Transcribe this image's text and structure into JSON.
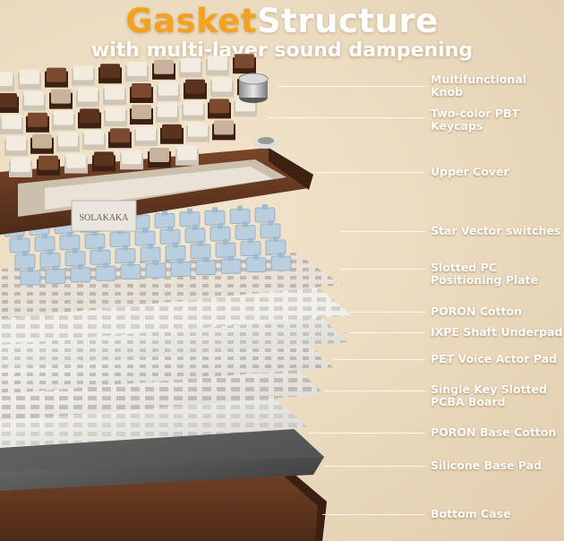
{
  "header": {
    "title_highlight": "Gasket",
    "title_main": "Structure",
    "subtitle": "with multi-layer sound dampening"
  },
  "brand": {
    "plate_logo": "SOLAKAKA"
  },
  "layers": [
    {
      "id": "knob",
      "label": "Multifunctional\nKnob"
    },
    {
      "id": "keycaps",
      "label": "Two-color PBT\nKeycaps"
    },
    {
      "id": "upper-cover",
      "label": "Upper Cover"
    },
    {
      "id": "switches",
      "label": "Star Vector switches"
    },
    {
      "id": "pc-plate",
      "label": "Slotted PC\nPositioning Plate"
    },
    {
      "id": "poron-cotton",
      "label": "PORON Cotton"
    },
    {
      "id": "ixpe",
      "label": "IXPE Shaft Underpad"
    },
    {
      "id": "pet",
      "label": "PET Voice Actor Pad"
    },
    {
      "id": "pcba",
      "label": "Single Key Slotted\nPCBA Board"
    },
    {
      "id": "poron-base",
      "label": "PORON Base Cotton"
    },
    {
      "id": "silicone",
      "label": "Silicone Base Pad"
    },
    {
      "id": "bottom-case",
      "label": "Bottom Case"
    }
  ],
  "colors": {
    "accent": "#f2a21f",
    "brown": "#6b3a22",
    "cream": "#efe6d6",
    "switch_blue": "#b9cfe0"
  }
}
